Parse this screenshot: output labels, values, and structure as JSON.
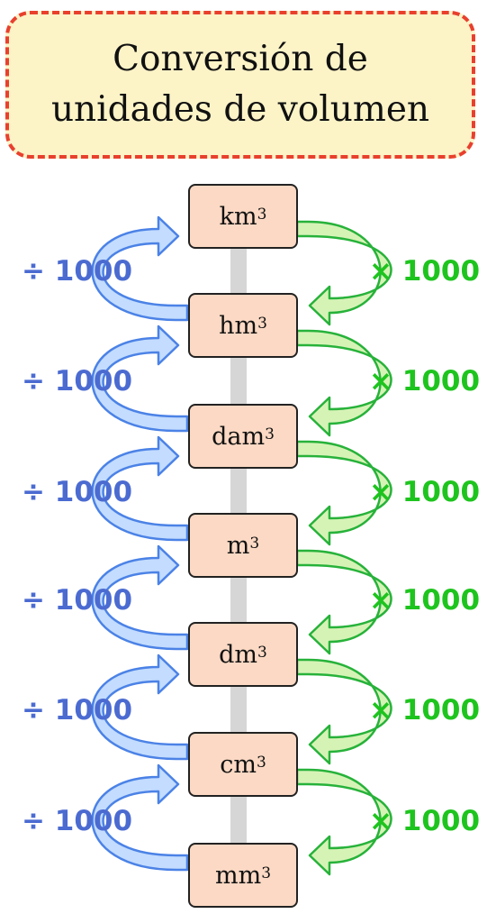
{
  "title": {
    "line1": "Conversión de",
    "line2": "unidades de volumen"
  },
  "units": [
    {
      "base": "km",
      "exp": "3"
    },
    {
      "base": "hm",
      "exp": "3"
    },
    {
      "base": "dam",
      "exp": "3"
    },
    {
      "base": "m",
      "exp": "3"
    },
    {
      "base": "dm",
      "exp": "3"
    },
    {
      "base": "cm",
      "exp": "3"
    },
    {
      "base": "mm",
      "exp": "3"
    }
  ],
  "factors": [
    {
      "divide": "÷ 1000",
      "multiply": "× 1000"
    },
    {
      "divide": "÷ 1000",
      "multiply": "× 1000"
    },
    {
      "divide": "÷ 1000",
      "multiply": "× 1000"
    },
    {
      "divide": "÷ 1000",
      "multiply": "× 1000"
    },
    {
      "divide": "÷ 1000",
      "multiply": "× 1000"
    },
    {
      "divide": "÷ 1000",
      "multiply": "× 1000"
    }
  ],
  "colors": {
    "divide_arrow_fill": "#c3dcff",
    "divide_arrow_stroke": "#4b82e6",
    "divide_text": "#4b6bd1",
    "multiply_arrow_fill": "#d6f3b6",
    "multiply_arrow_stroke": "#27b23a",
    "multiply_text": "#1ec41e",
    "unit_box_fill": "#fbd9c4",
    "title_box_fill": "#fcf3c7",
    "title_border": "#e8402d"
  }
}
